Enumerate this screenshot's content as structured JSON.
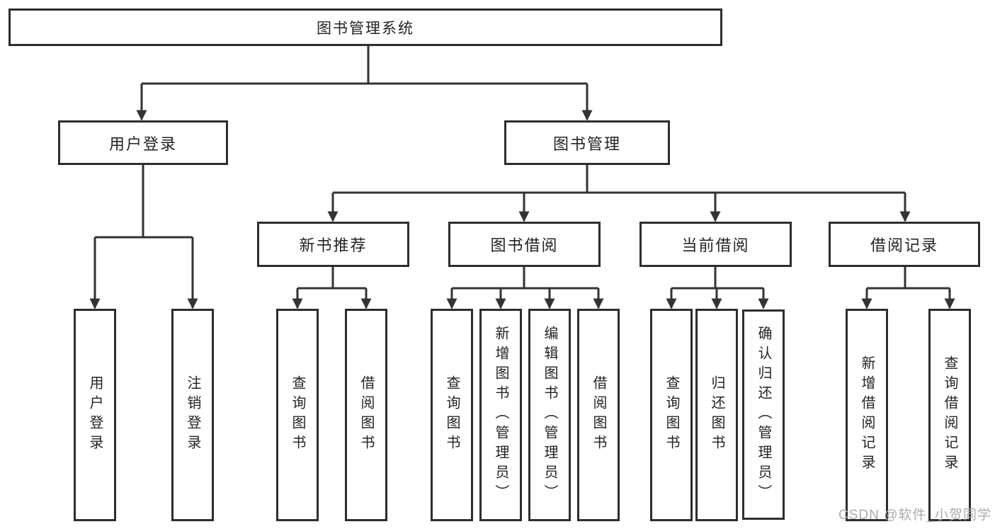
{
  "diagram": {
    "title": "图书管理系统",
    "root": {
      "label": "图书管理系统"
    },
    "level2": [
      {
        "label": "用户登录"
      },
      {
        "label": "图书管理"
      }
    ],
    "level3": [
      {
        "label": "新书推荐",
        "parent": "图书管理"
      },
      {
        "label": "图书借阅",
        "parent": "图书管理"
      },
      {
        "label": "当前借阅",
        "parent": "图书管理"
      },
      {
        "label": "借阅记录",
        "parent": "图书管理"
      }
    ],
    "leaves": [
      {
        "label": "用户登录",
        "parent": "用户登录"
      },
      {
        "label": "注销登录",
        "parent": "用户登录"
      },
      {
        "label": "查询图书",
        "parent": "新书推荐"
      },
      {
        "label": "借阅图书",
        "parent": "新书推荐"
      },
      {
        "label": "查询图书",
        "parent": "图书借阅"
      },
      {
        "label": "新增图书（管理员）",
        "parent": "图书借阅"
      },
      {
        "label": "编辑图书（管理员）",
        "parent": "图书借阅"
      },
      {
        "label": "借阅图书",
        "parent": "图书借阅"
      },
      {
        "label": "查询图书",
        "parent": "当前借阅"
      },
      {
        "label": "归还图书",
        "parent": "当前借阅"
      },
      {
        "label": "确认归还（管理员）",
        "parent": "当前借阅"
      },
      {
        "label": "新增借阅记录",
        "parent": "借阅记录"
      },
      {
        "label": "查询借阅记录",
        "parent": "借阅记录"
      }
    ]
  },
  "watermark": {
    "text": "CSDN @软件_小贺同学"
  },
  "colors": {
    "line": "#333333",
    "box_border": "#2d2d2d",
    "box_fill": "#ffffff",
    "text": "#232323",
    "watermark": "#ababab",
    "background": "#ffffff"
  }
}
